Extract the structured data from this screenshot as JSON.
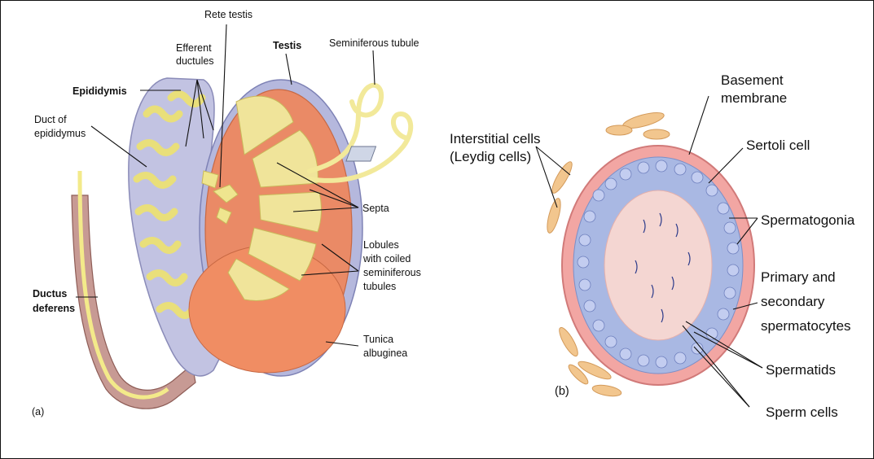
{
  "panel_a": {
    "id_label": "(a)",
    "labels": {
      "rete_testis": "Rete testis",
      "efferent": [
        "Efferent",
        "ductules"
      ],
      "testis": "Testis",
      "seminiferous_tubule": "Seminiferous tubule",
      "epididymis": "Epididymis",
      "duct_of_epididymus": [
        "Duct of",
        "epididymus"
      ],
      "septa": "Septa",
      "lobules": [
        "Lobules",
        "with coiled",
        "seminiferous",
        "tubules"
      ],
      "ductus_deferens": [
        "Ductus",
        "deferens"
      ],
      "tunica_albuginea": [
        "Tunica",
        "albuginea"
      ]
    }
  },
  "panel_b": {
    "id_label": "(b)",
    "labels": {
      "interstitial": [
        "Interstitial cells",
        "(Leydig cells)"
      ],
      "basement": [
        "Basement",
        "membrane"
      ],
      "sertoli": "Sertoli cell",
      "spermatogonia": "Spermatogonia",
      "spermatocytes": [
        "Primary and",
        "secondary",
        "spermatocytes"
      ],
      "spermatids": "Spermatids",
      "sperm_cells": "Sperm cells"
    }
  }
}
